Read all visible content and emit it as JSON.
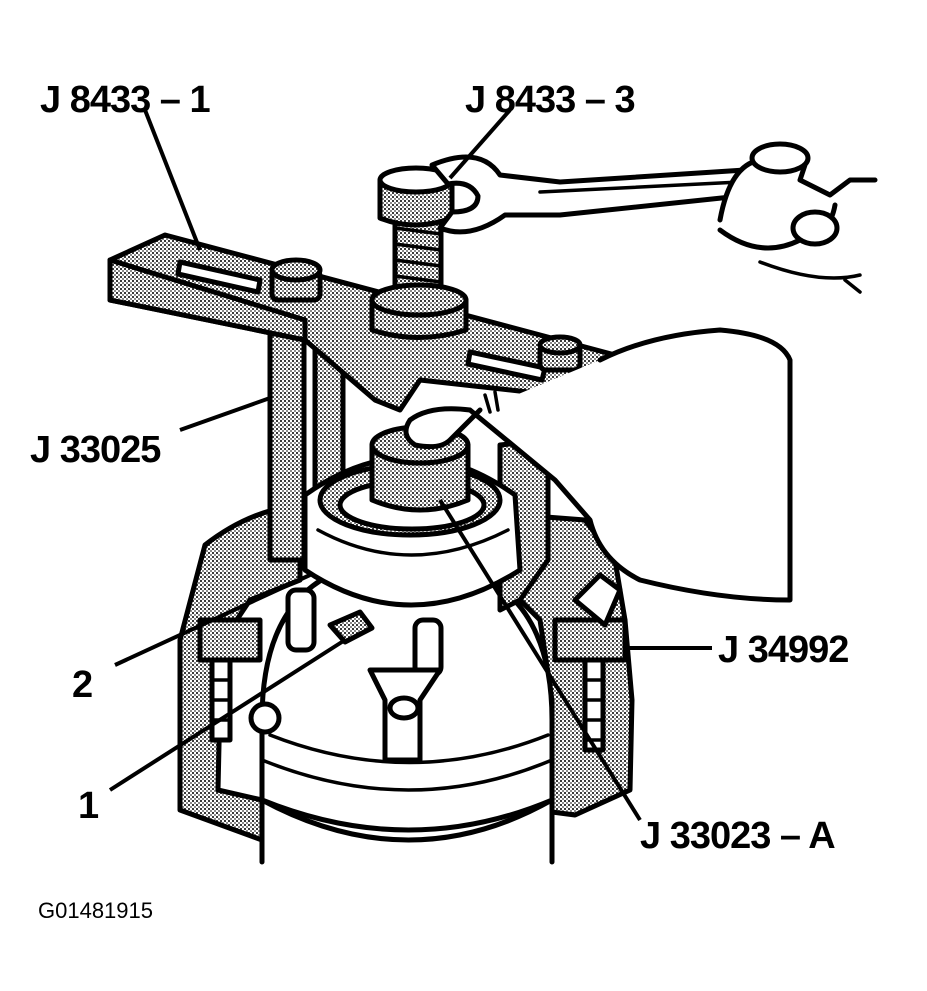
{
  "callouts": {
    "c1": "J 8433 – 1",
    "c2": "J 8433 – 3",
    "c3": "J 33025",
    "c4": "2",
    "c5": "1",
    "c6": "J 34992",
    "c7": "J 33023 – A"
  },
  "figure_id": "G01481915",
  "colors": {
    "ink": "#000000",
    "shade": "#c9c9c9",
    "paper": "#ffffff"
  }
}
